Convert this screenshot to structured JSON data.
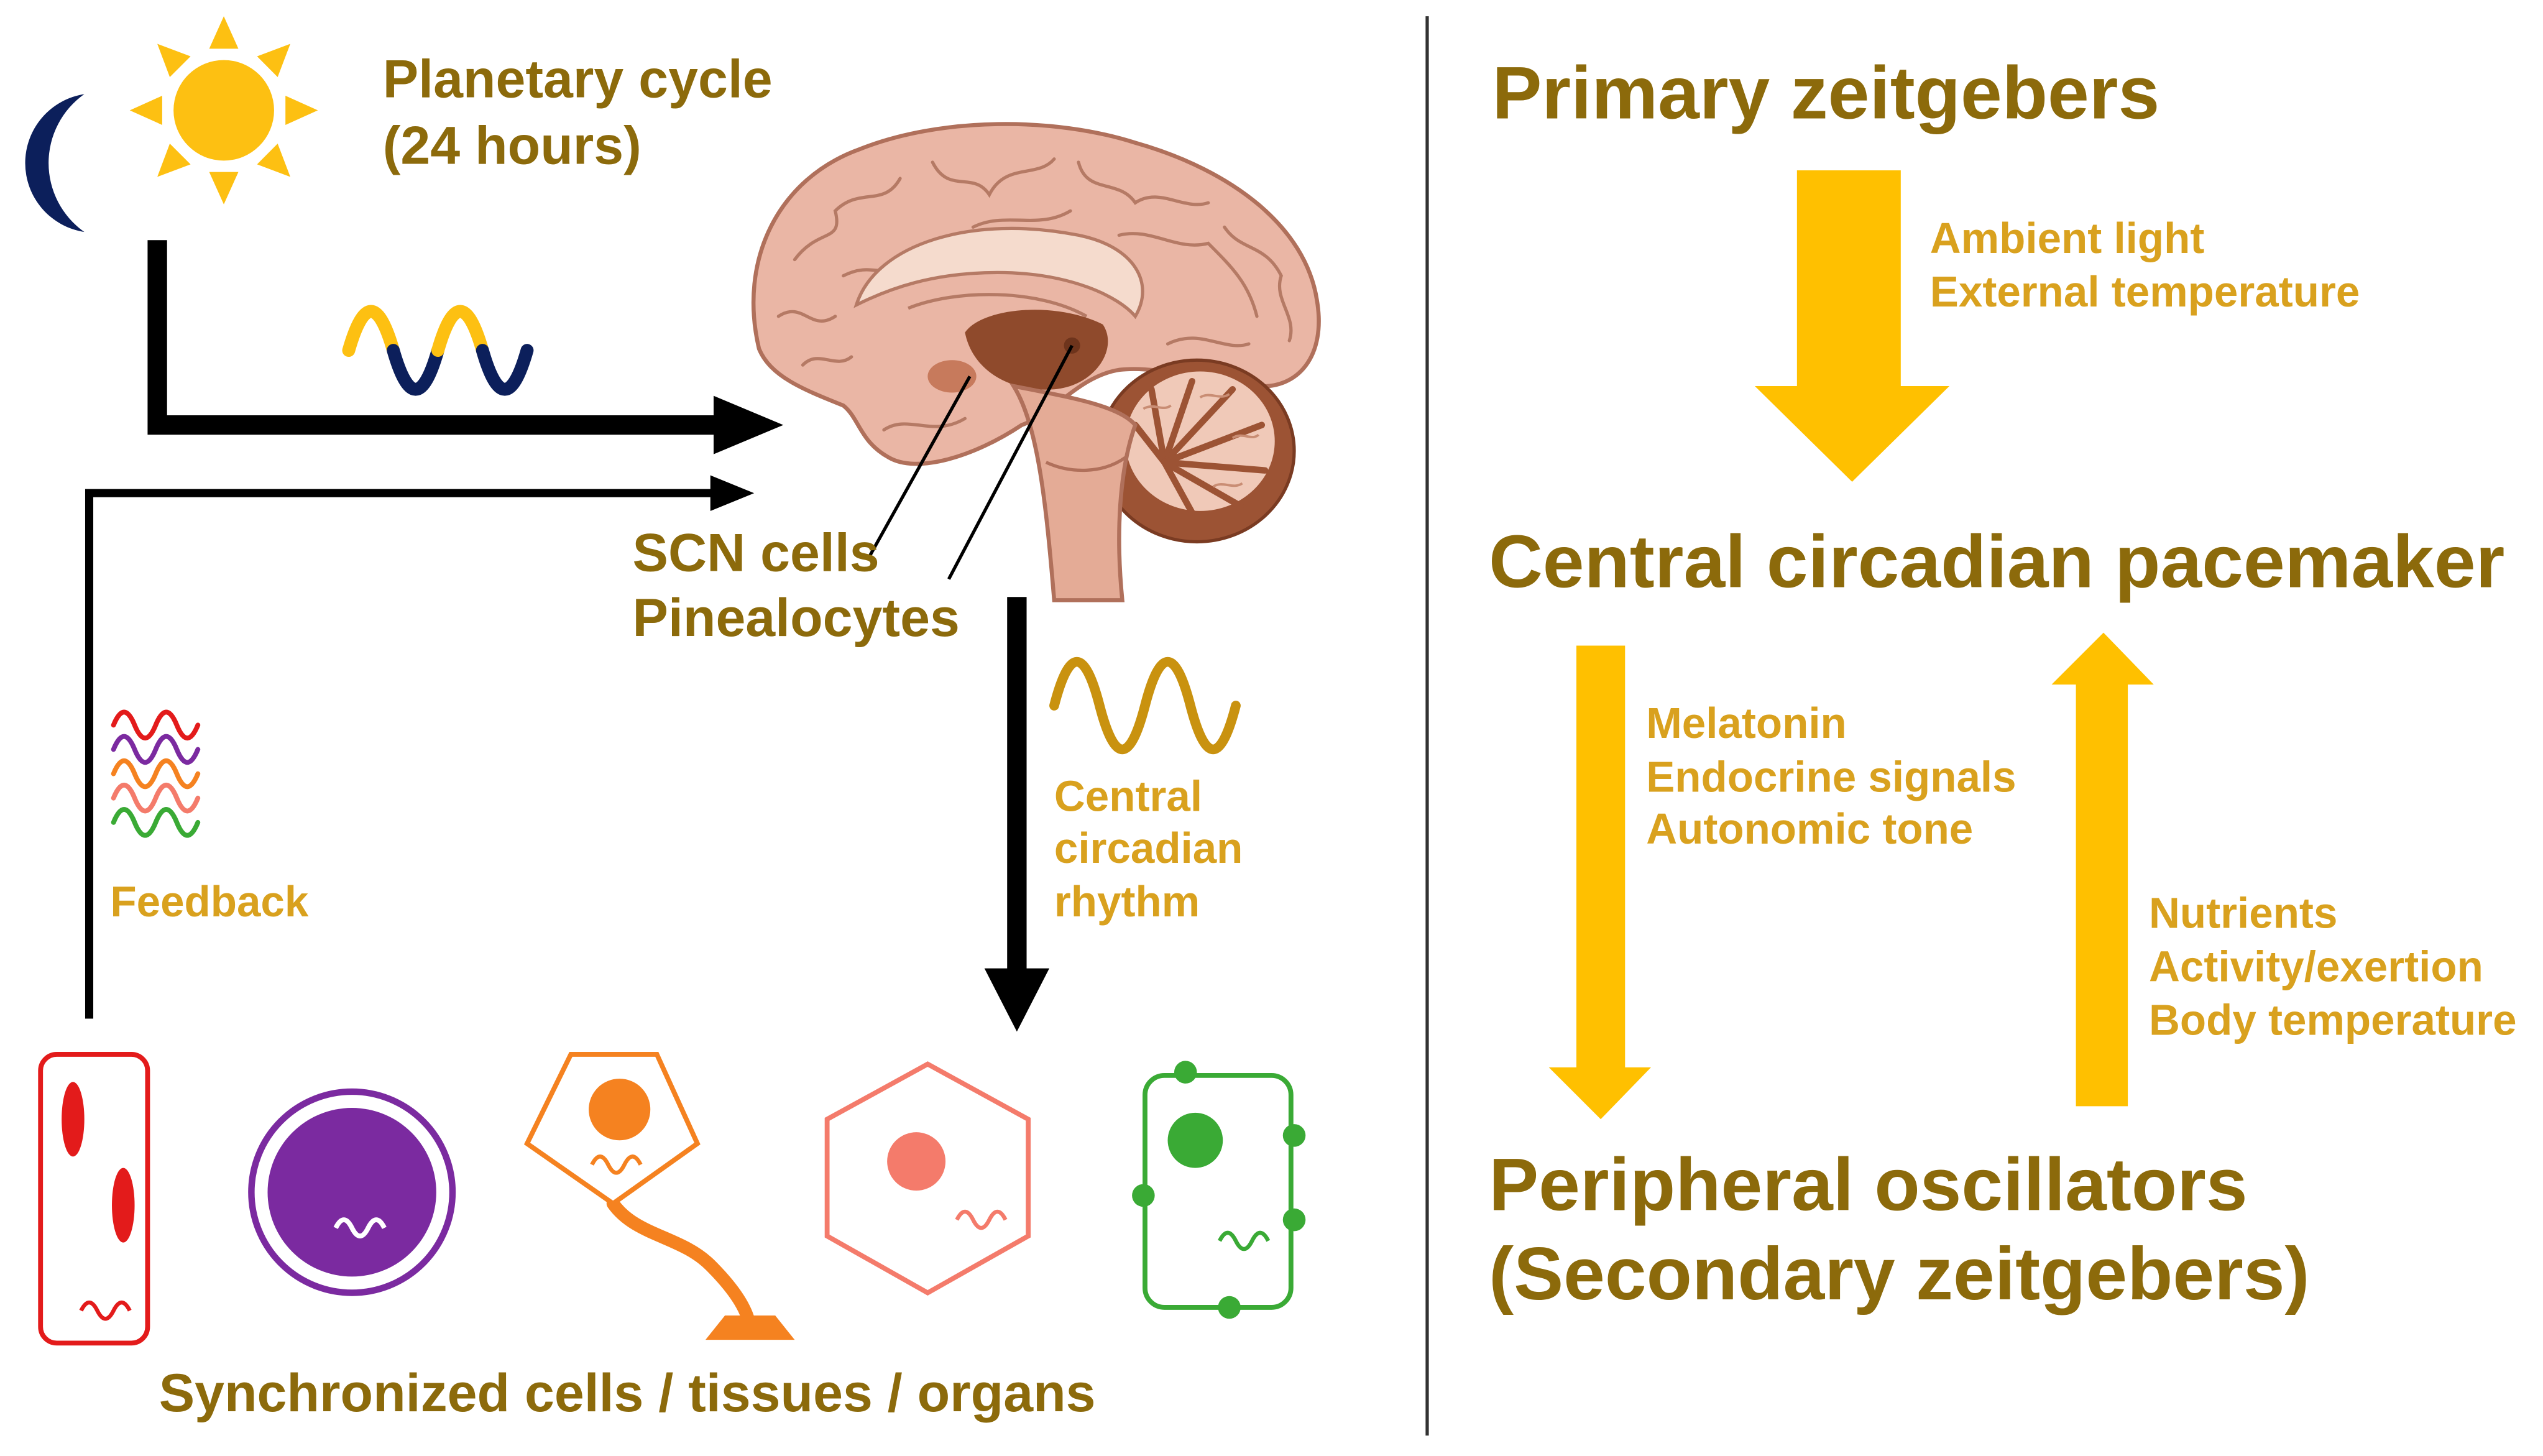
{
  "left": {
    "planetary_cycle": [
      "Planetary cycle",
      "(24 hours)"
    ],
    "brain_labels": [
      "SCN cells",
      "Pinealocytes"
    ],
    "central_rhythm": [
      "Central",
      "circadian",
      "rhythm"
    ],
    "feedback": "Feedback",
    "synchronized": "Synchronized cells / tissues / organs"
  },
  "right": {
    "primary": "Primary zeitgebers",
    "primary_inputs": [
      "Ambient light",
      "External temperature"
    ],
    "pacemaker": "Central circadian pacemaker",
    "pacemaker_outputs": [
      "Melatonin",
      "Endocrine signals",
      "Autonomic tone"
    ],
    "peripheral_inputs": [
      "Nutrients",
      "Activity/exertion",
      "Body temperature"
    ],
    "peripheral": [
      "Peripheral oscillators",
      "(Secondary zeitgebers)"
    ]
  },
  "colors": {
    "dark_label": "#8C6A0B",
    "light_label": "#D9A11E",
    "arrow": "#FFC000",
    "sun": "#FDC012",
    "moon": "#0C1F5B",
    "cell_red": "#E31B1B",
    "cell_purple": "#7B2AA0",
    "cell_orange": "#F58220",
    "cell_salmon": "#F47B6B",
    "cell_green": "#3AAA35"
  },
  "icons": [
    "moon-icon",
    "sun-icon",
    "brain-illustration",
    "red-cell-icon",
    "purple-cell-icon",
    "neuron-icon",
    "hexagon-cell-icon",
    "green-cell-icon"
  ]
}
